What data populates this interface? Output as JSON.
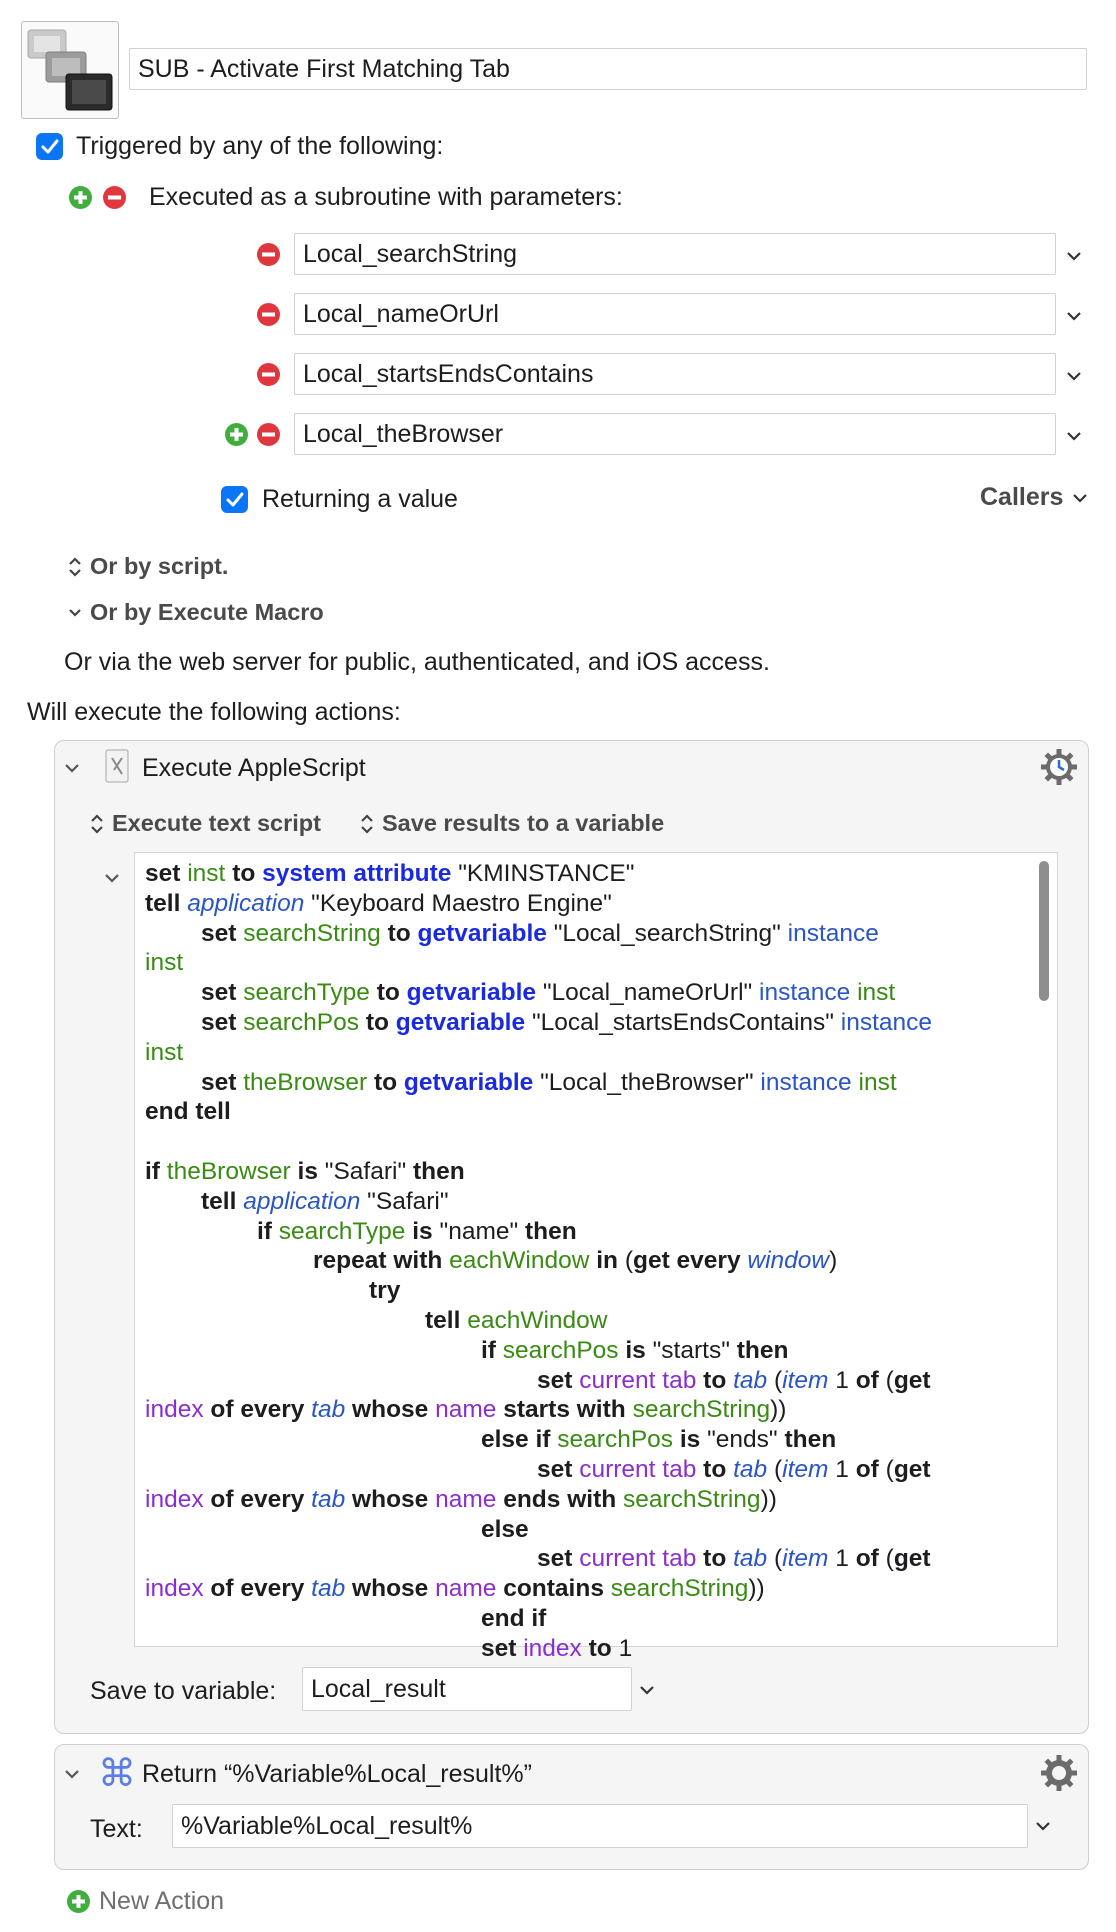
{
  "macro": {
    "name": "SUB - Activate First Matching Tab"
  },
  "triggers": {
    "triggered_label": "Triggered by any of the following:",
    "subroutine_label": "Executed as a subroutine with parameters:",
    "params": [
      "Local_searchString",
      "Local_nameOrUrl",
      "Local_startsEndsContains",
      "Local_theBrowser"
    ],
    "returning_label": "Returning a value",
    "callers_label": "Callers",
    "or_by_script": "Or by script.",
    "or_by_execute_macro": "Or by Execute Macro",
    "web_server_text": "Or via the web server for public, authenticated, and iOS access."
  },
  "actions_label": "Will execute the following actions:",
  "applescript_action": {
    "title": "Execute AppleScript",
    "mode_label": "Execute text script",
    "result_label": "Save results to a variable",
    "save_to_label": "Save to variable:",
    "save_to_value": "Local_result",
    "code": {
      "l1": {
        "a": "set",
        "b": "inst",
        "c": "to",
        "d": "system attribute",
        "e": "\"KMINSTANCE\""
      },
      "l2": {
        "a": "tell",
        "b": "application",
        "c": "\"Keyboard Maestro Engine\""
      },
      "l3": {
        "a": "set",
        "b": "searchString",
        "c": "to",
        "d": "getvariable",
        "e": "\"Local_searchString\"",
        "f": "instance"
      },
      "l4": {
        "a": "inst"
      },
      "l5": {
        "a": "set",
        "b": "searchType",
        "c": "to",
        "d": "getvariable",
        "e": "\"Local_nameOrUrl\"",
        "f": "instance",
        "g": "inst"
      },
      "l6": {
        "a": "set",
        "b": "searchPos",
        "c": "to",
        "d": "getvariable",
        "e": "\"Local_startsEndsContains\"",
        "f": "instance"
      },
      "l7": {
        "a": "inst"
      },
      "l8": {
        "a": "set",
        "b": "theBrowser",
        "c": "to",
        "d": "getvariable",
        "e": "\"Local_theBrowser\"",
        "f": "instance",
        "g": "inst"
      },
      "l9": {
        "a": "end tell"
      },
      "l11": {
        "a": "if",
        "b": "theBrowser",
        "c": "is",
        "d": "\"Safari\"",
        "e": "then"
      },
      "l12": {
        "a": "tell",
        "b": "application",
        "c": "\"Safari\""
      },
      "l13": {
        "a": "if",
        "b": "searchType",
        "c": "is",
        "d": "\"name\"",
        "e": "then"
      },
      "l14": {
        "a": "repeat with",
        "b": "eachWindow",
        "c": "in",
        "d": "(",
        "e": "get every",
        "f": "window",
        "g": ")"
      },
      "l15": {
        "a": "try"
      },
      "l16": {
        "a": "tell",
        "b": "eachWindow"
      },
      "l17": {
        "a": "if",
        "b": "searchPos",
        "c": "is",
        "d": "\"starts\"",
        "e": "then"
      },
      "l18": {
        "a": "set",
        "b": "current tab",
        "c": "to",
        "d": "tab",
        "e": "(",
        "f": "item",
        "g": "1",
        "h": "of",
        "i": "(",
        "j": "get"
      },
      "l19": {
        "a": "index",
        "b": "of every",
        "c": "tab",
        "d": "whose",
        "e": "name",
        "f": "starts with",
        "g": "searchString",
        "h": "))"
      },
      "l20": {
        "a": "else if",
        "b": "searchPos",
        "c": "is",
        "d": "\"ends\"",
        "e": "then"
      },
      "l21": {
        "a": "set",
        "b": "current tab",
        "c": "to",
        "d": "tab",
        "e": "(",
        "f": "item",
        "g": "1",
        "h": "of",
        "i": "(",
        "j": "get"
      },
      "l22": {
        "a": "index",
        "b": "of every",
        "c": "tab",
        "d": "whose",
        "e": "name",
        "f": "ends with",
        "g": "searchString",
        "h": "))"
      },
      "l23": {
        "a": "else"
      },
      "l24": {
        "a": "set",
        "b": "current tab",
        "c": "to",
        "d": "tab",
        "e": "(",
        "f": "item",
        "g": "1",
        "h": "of",
        "i": "(",
        "j": "get"
      },
      "l25": {
        "a": "index",
        "b": "of every",
        "c": "tab",
        "d": "whose",
        "e": "name",
        "f": "contains",
        "g": "searchString",
        "h": "))"
      },
      "l26": {
        "a": "end if"
      },
      "l27": {
        "a": "set",
        "b": "index",
        "c": "to",
        "d": "1"
      }
    }
  },
  "return_action": {
    "title": "Return “%Variable%Local_result%”",
    "text_label": "Text:",
    "text_value": "%Variable%Local_result%"
  },
  "new_action_label": "New Action",
  "colors": {
    "accent_blue": "#0a76f6",
    "remove_red": "#e0363e",
    "add_green": "#3fae3c",
    "keyword_blue": "#1a2ae0",
    "variable_green": "#3a8b14",
    "property_purple": "#8a2ecf"
  }
}
